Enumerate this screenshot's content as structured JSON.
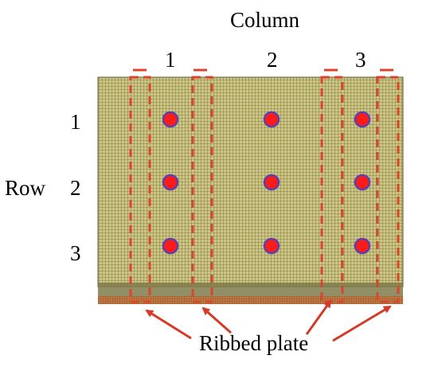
{
  "column_heading": "Column",
  "row_heading": "Row",
  "columns": [
    "1",
    "2",
    "3"
  ],
  "rows": [
    "1",
    "2",
    "3"
  ],
  "callout": "Ribbed plate",
  "colors": {
    "mesh_fill": "#c9c27a",
    "mesh_line": "#6a6a3a",
    "base_strip": "#b66a3a",
    "rib_dash": "#d9462e",
    "arrow": "#d43a26",
    "marker_fill": "#ff1a1a",
    "marker_ring": "#5a3fb0"
  },
  "icons": [
    "circle-marker-icon",
    "arrow-icon"
  ]
}
